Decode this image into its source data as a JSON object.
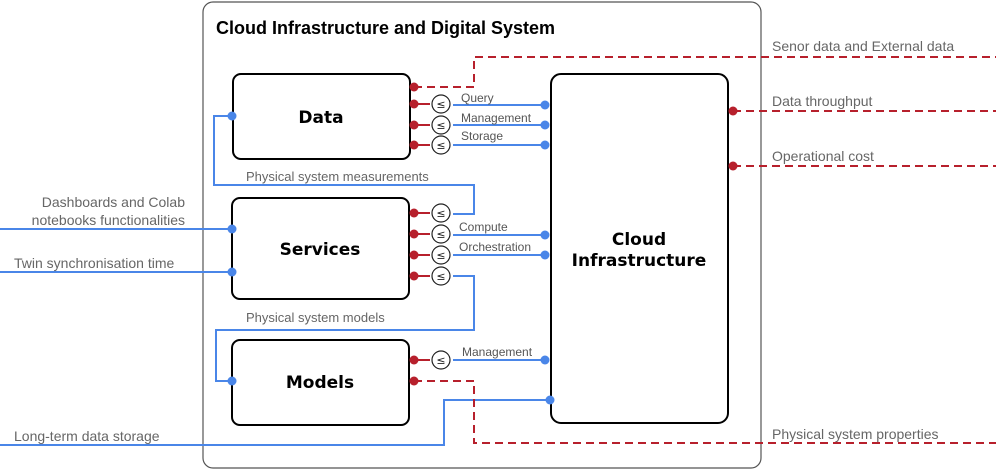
{
  "diagram": {
    "title": "Cloud Infrastructure and Digital System",
    "components": {
      "data": "Data",
      "services": "Services",
      "models": "Models",
      "cloud_line1": "Cloud",
      "cloud_line2": "Infrastructure"
    },
    "connections": {
      "query": "Query",
      "management_data": "Management",
      "storage": "Storage",
      "compute": "Compute",
      "orchestration": "Orchestration",
      "management_models": "Management",
      "physical_measurements": "Physical system measurements",
      "physical_models": "Physical system models"
    },
    "external_inputs": {
      "dashboards_line1": "Dashboards and Colab",
      "dashboards_line2": "notebooks functionalities",
      "twin_sync": "Twin synchronisation time",
      "long_term": "Long-term data storage"
    },
    "external_outputs": {
      "sensor": "Senor data and External data",
      "throughput": "Data throughput",
      "cost": "Operational cost",
      "properties": "Physical system properties"
    },
    "comparator_symbol": "≤"
  },
  "colors": {
    "blue": "#4a86e8",
    "red": "#b7202c",
    "frame": "#555555",
    "box_border": "#000000"
  }
}
